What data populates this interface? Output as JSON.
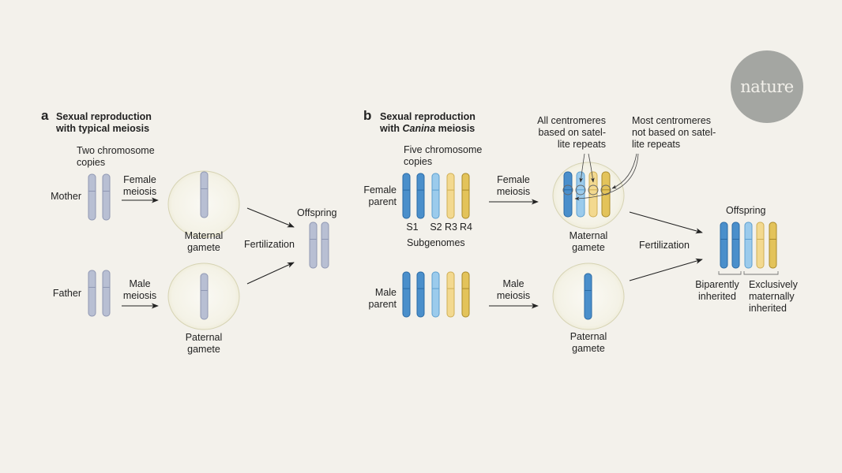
{
  "logo": {
    "text": "nature"
  },
  "colors": {
    "background": "#f3f1eb",
    "cell_fill": "#f6f5ee",
    "cell_stroke": "#d9d6b8",
    "gray_chrom": "#b8bfd3",
    "gray_chrom_stroke": "#8f97b2",
    "S1": "#4a8fcb",
    "S1_stroke": "#2a6aa5",
    "S2": "#9bcbec",
    "S2_stroke": "#5d9fcf",
    "R3": "#f3d98f",
    "R3_stroke": "#cfae55",
    "R4": "#e3c35a",
    "R4_stroke": "#a98a2a"
  },
  "panel_a": {
    "letter": "a",
    "title_line1": "Sexual reproduction",
    "title_line2": "with typical meiosis",
    "copies_line1": "Two chromosome",
    "copies_line2": "copies",
    "mother": "Mother",
    "father": "Father",
    "female_meiosis_line1": "Female",
    "female_meiosis_line2": "meiosis",
    "male_meiosis_line1": "Male",
    "male_meiosis_line2": "meiosis",
    "maternal_gamete_line1": "Maternal",
    "maternal_gamete_line2": "gamete",
    "paternal_gamete_line1": "Paternal",
    "paternal_gamete_line2": "gamete",
    "fertilization": "Fertilization",
    "offspring": "Offspring"
  },
  "panel_b": {
    "letter": "b",
    "title_line1": "Sexual reproduction",
    "title_line2_prefix": "with ",
    "title_line2_italic": "Canina",
    "title_line2_suffix": " meiosis",
    "copies_line1": "Five chromosome",
    "copies_line2": "copies",
    "female_parent_line1": "Female",
    "female_parent_line2": "parent",
    "male_parent_line1": "Male",
    "male_parent_line2": "parent",
    "subgenome_labels": [
      "S1",
      "S2",
      "R3",
      "R4"
    ],
    "subgenomes": "Subgenomes",
    "female_meiosis_line1": "Female",
    "female_meiosis_line2": "meiosis",
    "male_meiosis_line1": "Male",
    "male_meiosis_line2": "meiosis",
    "maternal_gamete_line1": "Maternal",
    "maternal_gamete_line2": "gamete",
    "paternal_gamete_line1": "Paternal",
    "paternal_gamete_line2": "gamete",
    "annotation_all_line1": "All centromeres",
    "annotation_all_line2": "based on satel-",
    "annotation_all_line3": "lite repeats",
    "annotation_most_line1": "Most centromeres",
    "annotation_most_line2": "not based on satel-",
    "annotation_most_line3": "lite repeats",
    "fertilization": "Fertilization",
    "offspring": "Offspring",
    "biparent_line1": "Biparently",
    "biparent_line2": "inherited",
    "maternal_line1": "Exclusively",
    "maternal_line2": "maternally",
    "maternal_line3": "inherited"
  }
}
